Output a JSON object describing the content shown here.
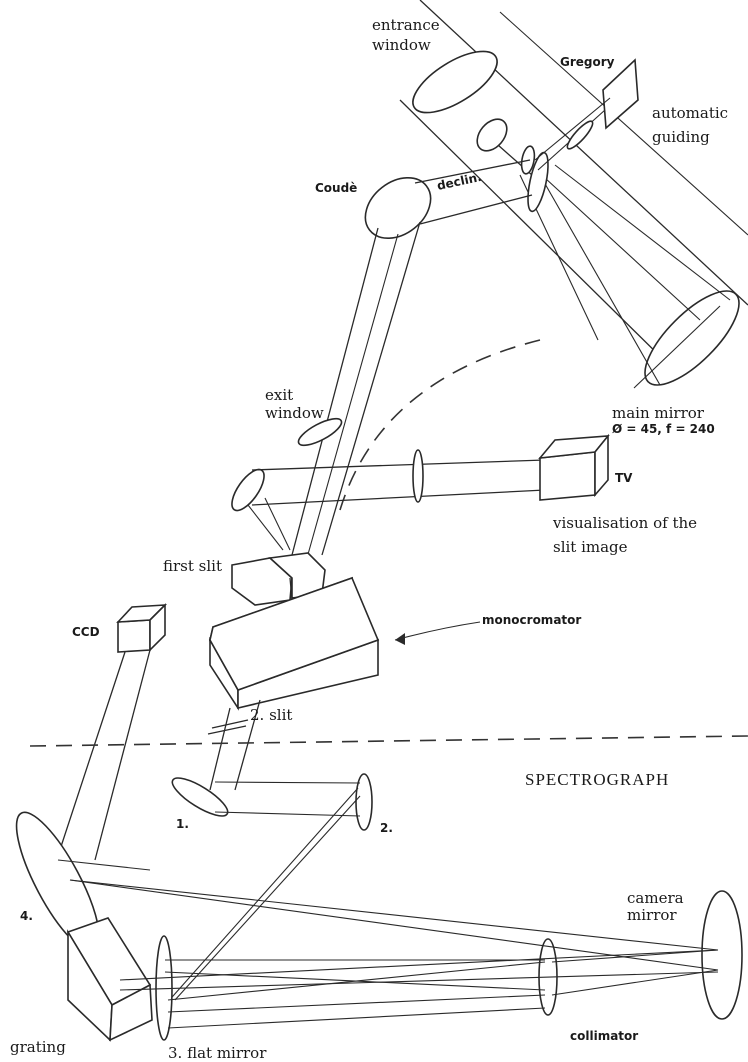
{
  "labels": {
    "entrance_window": [
      "entrance",
      "window"
    ],
    "gregory": "Gregory",
    "automatic_guiding": [
      "automatic",
      "guiding"
    ],
    "coude": "Coudè",
    "declin": "declin.",
    "exit_window": [
      "exit",
      "window"
    ],
    "main_mirror": "main mirror",
    "main_mirror_spec": "Ø = 45, f = 240",
    "tv": "TV",
    "visualisation": [
      "visualisation of the",
      "slit image"
    ],
    "first_slit": "first slit",
    "ccd": "CCD",
    "monocromator": "monocromator",
    "slit2": "2. slit",
    "spectrograph": "SPECTROGRAPH",
    "mirror1": "1.",
    "mirror2": "2.",
    "mirror4": "4.",
    "camera_mirror": [
      "camera",
      "mirror"
    ],
    "grating": "grating",
    "flat_mirror": "3. flat mirror",
    "collimator": "collimator"
  }
}
